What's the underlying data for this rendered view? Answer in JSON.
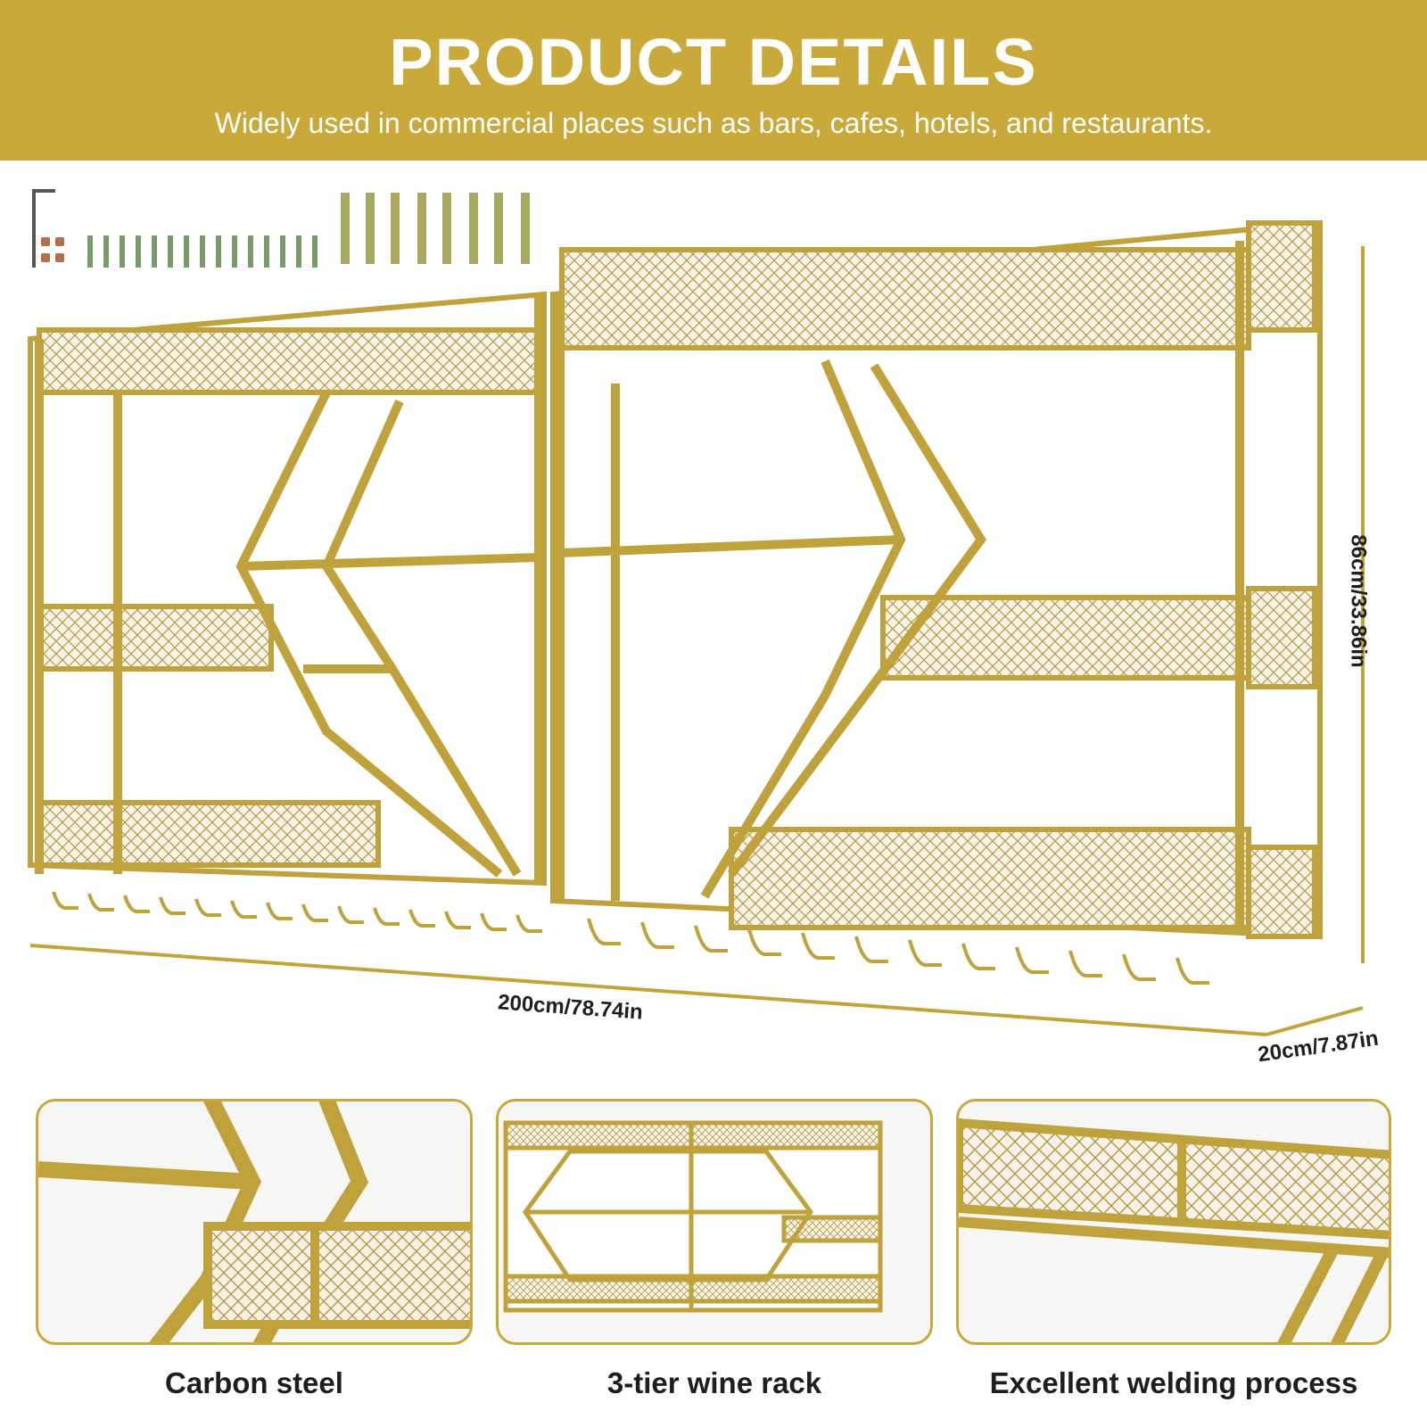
{
  "header": {
    "title": "PRODUCT DETAILS",
    "subtitle": "Widely used in commercial places such as bars, cafes, hotels, and restaurants."
  },
  "dimensions": {
    "width": "200cm/78.74in",
    "depth": "20cm/7.87in",
    "height": "86cm/33.86in"
  },
  "features": [
    {
      "label": "Carbon steel",
      "icon": "detail-frame-joint"
    },
    {
      "label": "3-tier wine rack",
      "icon": "full-rack-view"
    },
    {
      "label": "Excellent welding process",
      "icon": "welded-mesh-shelf"
    }
  ],
  "colors": {
    "brand_gold": "#c9a93a",
    "frame_gold": "#bfa23c",
    "dimension_line": "#c2a53a"
  }
}
